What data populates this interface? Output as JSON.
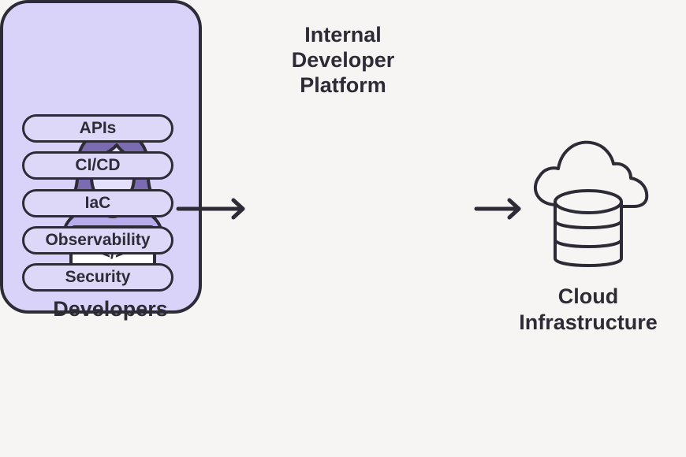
{
  "developers": {
    "label": "Developers",
    "icon": "developer-with-laptop-icon",
    "laptop_glyph": "</>"
  },
  "platform": {
    "title_lines": [
      "Internal",
      "Developer",
      "Platform"
    ],
    "components": [
      {
        "label": "APIs"
      },
      {
        "label": "CI/CD"
      },
      {
        "label": "IaC"
      },
      {
        "label": "Observability"
      },
      {
        "label": "Security"
      }
    ]
  },
  "cloud": {
    "label_lines": [
      "Cloud",
      "Infrastructure"
    ],
    "icon": "cloud-database-icon"
  },
  "colors": {
    "background": "#f6f5f3",
    "stroke": "#2d2c36",
    "platform_fill": "#d9d3f9",
    "hair": "#7b6bb0",
    "shirt": "#b8acec",
    "skin": "#e4e0fb"
  }
}
